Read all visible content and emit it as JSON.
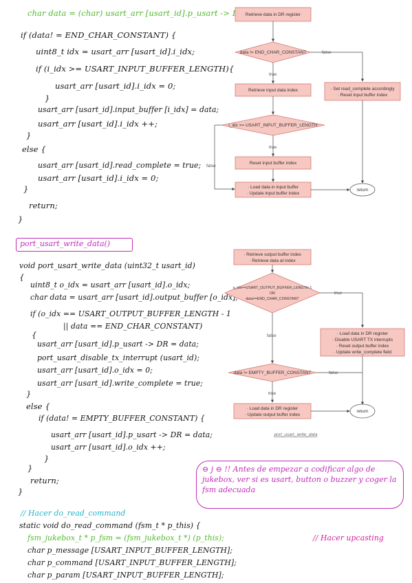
{
  "code_block_1": {
    "lines": [
      "char data = (char) usart_arr [usart_id].p_usart -> DR;",
      "if (data! = END_CHAR_CONSTANT) {",
      "uint8_t idx = usart_arr [usart_id].i_idx;",
      "if (i_idx >= USART_INPUT_BUFFER_LENGTH){",
      "usart_arr [usart_id].i_idx = 0;",
      "}",
      "usart_arr [usart_id].input_buffer [i_idx] = data;",
      "usart_arr [usart_id].i_idx ++;",
      "}",
      "else {",
      "usart_arr [usart_id].read_complete = true;",
      "usart_arr [usart_id].i_idx = 0;",
      "}",
      "return;",
      "}"
    ]
  },
  "flowchart_1": {
    "n1": "Retrieve data in DR register",
    "d1": "data != END_CHAR_CONSTANT",
    "d1_false": "false",
    "d1_true": "true",
    "n2": "Retrieve input data index",
    "n_set_a": "· Set read_complete accordingly",
    "n_set_b": "· Reset input buffer index",
    "d2": "i_idx >= USART_INPUT_BUFFER_LENGTH",
    "d2_true": "true",
    "d2_false": "false",
    "n3": "Reset input buffer index",
    "n4a": "· Load data in input buffer",
    "n4b": "· Update input buffer index",
    "ret": "return"
  },
  "section_header": "port_usart_write_data()",
  "code_block_2": {
    "lines": [
      "void port_usart_write_data (uint32_t usart_id)",
      "{",
      "uint8_t o_idx = usart_arr [usart_id].o_idx;",
      "char data = usart_arr [usart_id].output_buffer [o_idx];",
      "if (o_idx == USART_OUTPUT_BUFFER_LENGTH - 1",
      "|| data == END_CHAR_CONSTANT)",
      "{",
      "usart_arr [usart_id].p_usart -> DR = data;",
      "port_usart_disable_tx_interrupt (usart_id);",
      "usart_arr [usart_id].o_idx = 0;",
      "usart_arr [usart_id].write_complete = true;",
      "}",
      "else {",
      "if (data! = EMPTY_BUFFER_CONSTANT) {",
      "usart_arr [usart_id].p_usart -> DR = data;",
      "usart_arr [usart_id].o_idx ++;",
      "}",
      "}",
      "return;",
      "}"
    ]
  },
  "flowchart_2": {
    "n1a": "· Retrieve output buffer index",
    "n1b": "· Retrieve data at index",
    "d1a": "o_idx==USART_OUTPUT_BUFFER_LENGTH-1",
    "d1b": "OR",
    "d1c": "data==END_CHAR_CONSTANT",
    "d1_true": "true",
    "d1_false": "false",
    "n_load_a": "· Load data in DR register",
    "n_load_b": "· Disable USART TX interrupts",
    "n_load_c": "· Reset output buffer index",
    "n_load_d": "· Update write_complete field",
    "d2": "data != EMPTY_BUFFER_CONSTANT",
    "d2_false": "false",
    "d2_true": "true",
    "n3a": "· Load data in DR register",
    "n3b": "· Update output buffer index",
    "ret": "return",
    "caption": "port_usart_write_data"
  },
  "note": "⊖ j ⊖ !! Antes de empezar a codificar algo de jukebox, ver si es usart, button o buzzer y coger la fsm adecuada",
  "code_block_3": {
    "comment": "// Hacer do_read_command",
    "sig": "static void do_read_command (fsm_t * p_this) {",
    "fsm_line": "fsm_jukebox_t * p_fsm = (fsm_jukebox_t *) (p_this);",
    "upcasting": "// Hacer upcasting",
    "msg": "char p_message [USART_INPUT_BUFFER_LENGTH];",
    "cmd": "char p_command [USART_INPUT_BUFFER_LENGTH];",
    "param": "char p_param [USART_INPUT_BUFFER_LENGTH];"
  },
  "colors": {
    "box_fill": "#f7c7c1",
    "box_stroke": "#d47a73",
    "green": "#4fb82a",
    "magenta": "#c12ab7",
    "cyan": "#1db3c8"
  }
}
